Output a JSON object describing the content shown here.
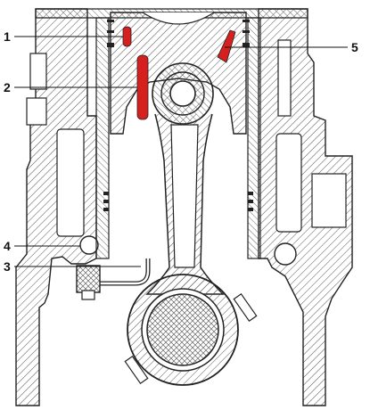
{
  "callouts": [
    {
      "label": "1"
    },
    {
      "label": "2"
    },
    {
      "label": "3"
    },
    {
      "label": "4"
    },
    {
      "label": "5"
    }
  ],
  "colors": {
    "line": "#222222",
    "hatch": "#555555",
    "background": "#ffffff",
    "oil_passage": "#d62020"
  }
}
